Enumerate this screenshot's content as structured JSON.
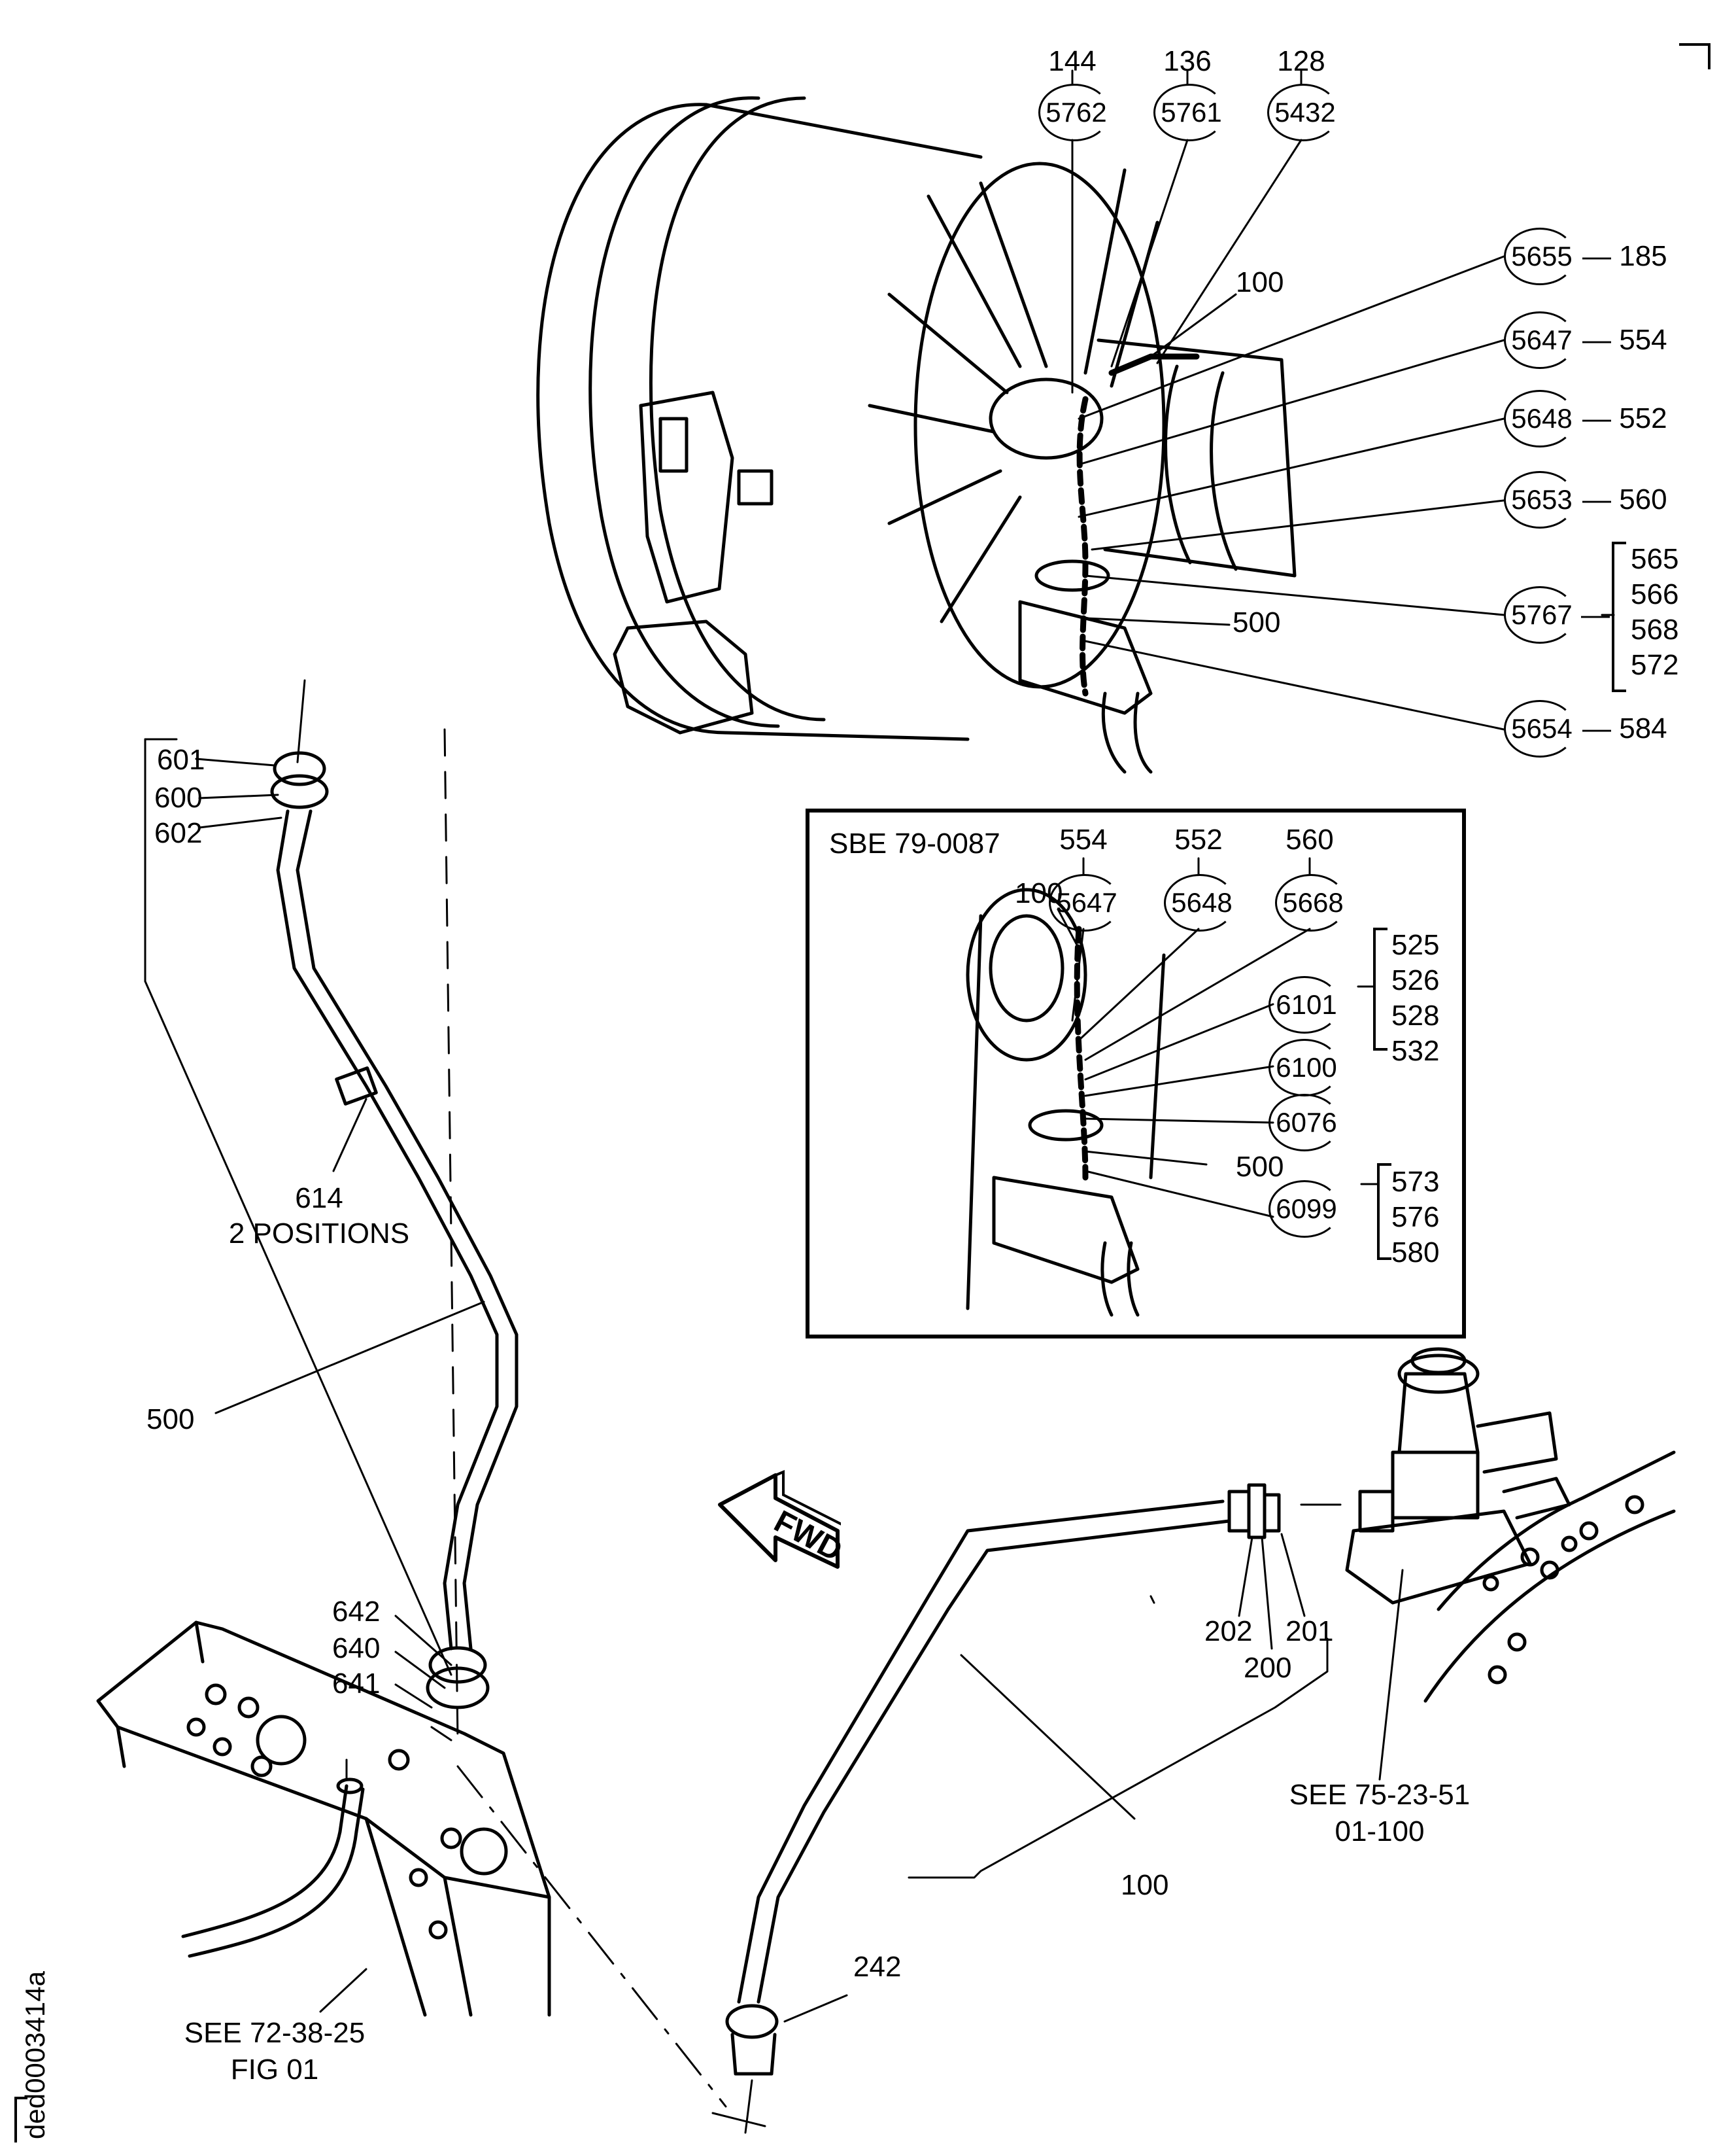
{
  "document": {
    "id": "ded0003414a"
  },
  "main_view": {
    "top_callouts": [
      {
        "item": "144",
        "ref": "5762"
      },
      {
        "item": "136",
        "ref": "5761"
      },
      {
        "item": "128",
        "ref": "5432"
      }
    ],
    "pipe_label": "100",
    "right_callouts": [
      {
        "ref": "5655",
        "item": "185"
      },
      {
        "ref": "5647",
        "item": "554"
      },
      {
        "ref": "5648",
        "item": "552"
      },
      {
        "ref": "5653",
        "item": "560"
      }
    ],
    "group_callout": {
      "ref": "5767",
      "items": [
        "565",
        "566",
        "568",
        "572"
      ]
    },
    "tube_label": "500",
    "last_callout": {
      "ref": "5654",
      "item": "584"
    }
  },
  "inset": {
    "title": "SBE 79-0087",
    "top_callouts": [
      {
        "item": "554",
        "ref": "5647"
      },
      {
        "item": "552",
        "ref": "5648"
      },
      {
        "item": "560",
        "ref": "5668"
      }
    ],
    "pipe_label": "100",
    "group_callout_1": {
      "ref": "6101",
      "items": [
        "525",
        "526",
        "528",
        "532"
      ]
    },
    "callout_6100": "6100",
    "callout_6076": "6076",
    "tube_label": "500",
    "group_callout_2": {
      "ref": "6099",
      "items": [
        "573",
        "576",
        "580"
      ]
    }
  },
  "left_view": {
    "upper_fittings": [
      "601",
      "600",
      "602"
    ],
    "clamp_item": "614",
    "clamp_note": "2 POSITIONS",
    "tube_label": "500",
    "lower_fittings": [
      "642",
      "640",
      "641"
    ],
    "reference": {
      "line1": "SEE 72-38-25",
      "line2": "FIG 01"
    }
  },
  "right_view": {
    "fwd_label": "FWD",
    "fittings": {
      "a": "202",
      "b": "201",
      "c": "200"
    },
    "pipe_label": "100",
    "end_fitting": "242",
    "reference": {
      "line1": "SEE 75-23-51",
      "line2": "01-100"
    }
  }
}
